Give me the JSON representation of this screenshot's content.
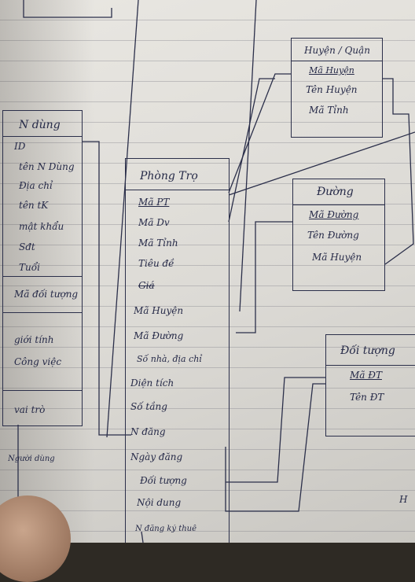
{
  "entities": {
    "nguoi_dung": {
      "title": "N dùng",
      "fields": [
        "ID",
        "tên N Dùng",
        "Địa chỉ",
        "tên tK",
        "mật khẩu",
        "Sđt",
        "Tuổi",
        "Mã đối tượng",
        "giới tính",
        "Công việc",
        "vai trò"
      ],
      "footer": "Người dùng"
    },
    "phong_tro": {
      "title": "Phòng Trọ",
      "fields": [
        "Mã PT",
        "Mã Dv",
        "Mã Tỉnh",
        "Tiêu đề",
        "Giá",
        "Mã Huyện",
        "Mã Đường",
        "Số nhà, địa chỉ",
        "Diện tích",
        "Số tầng",
        "N đăng",
        "Ngày đăng",
        "Đối tượng",
        "Nội dung",
        "N đăng ký thuê"
      ]
    },
    "huyen_quan": {
      "title": "Huyện / Quận",
      "fields": [
        "Mã Huyện",
        "Tên Huyện",
        "Mã Tỉnh"
      ]
    },
    "duong": {
      "title": "Đường",
      "fields": [
        "Mã Đường",
        "Tên Đường",
        "Mã Huyện"
      ]
    },
    "doi_tuong": {
      "title": "Đối tượng",
      "fields": [
        "Mã ĐT",
        "Tên ĐT"
      ]
    }
  },
  "corner_mark": "H"
}
